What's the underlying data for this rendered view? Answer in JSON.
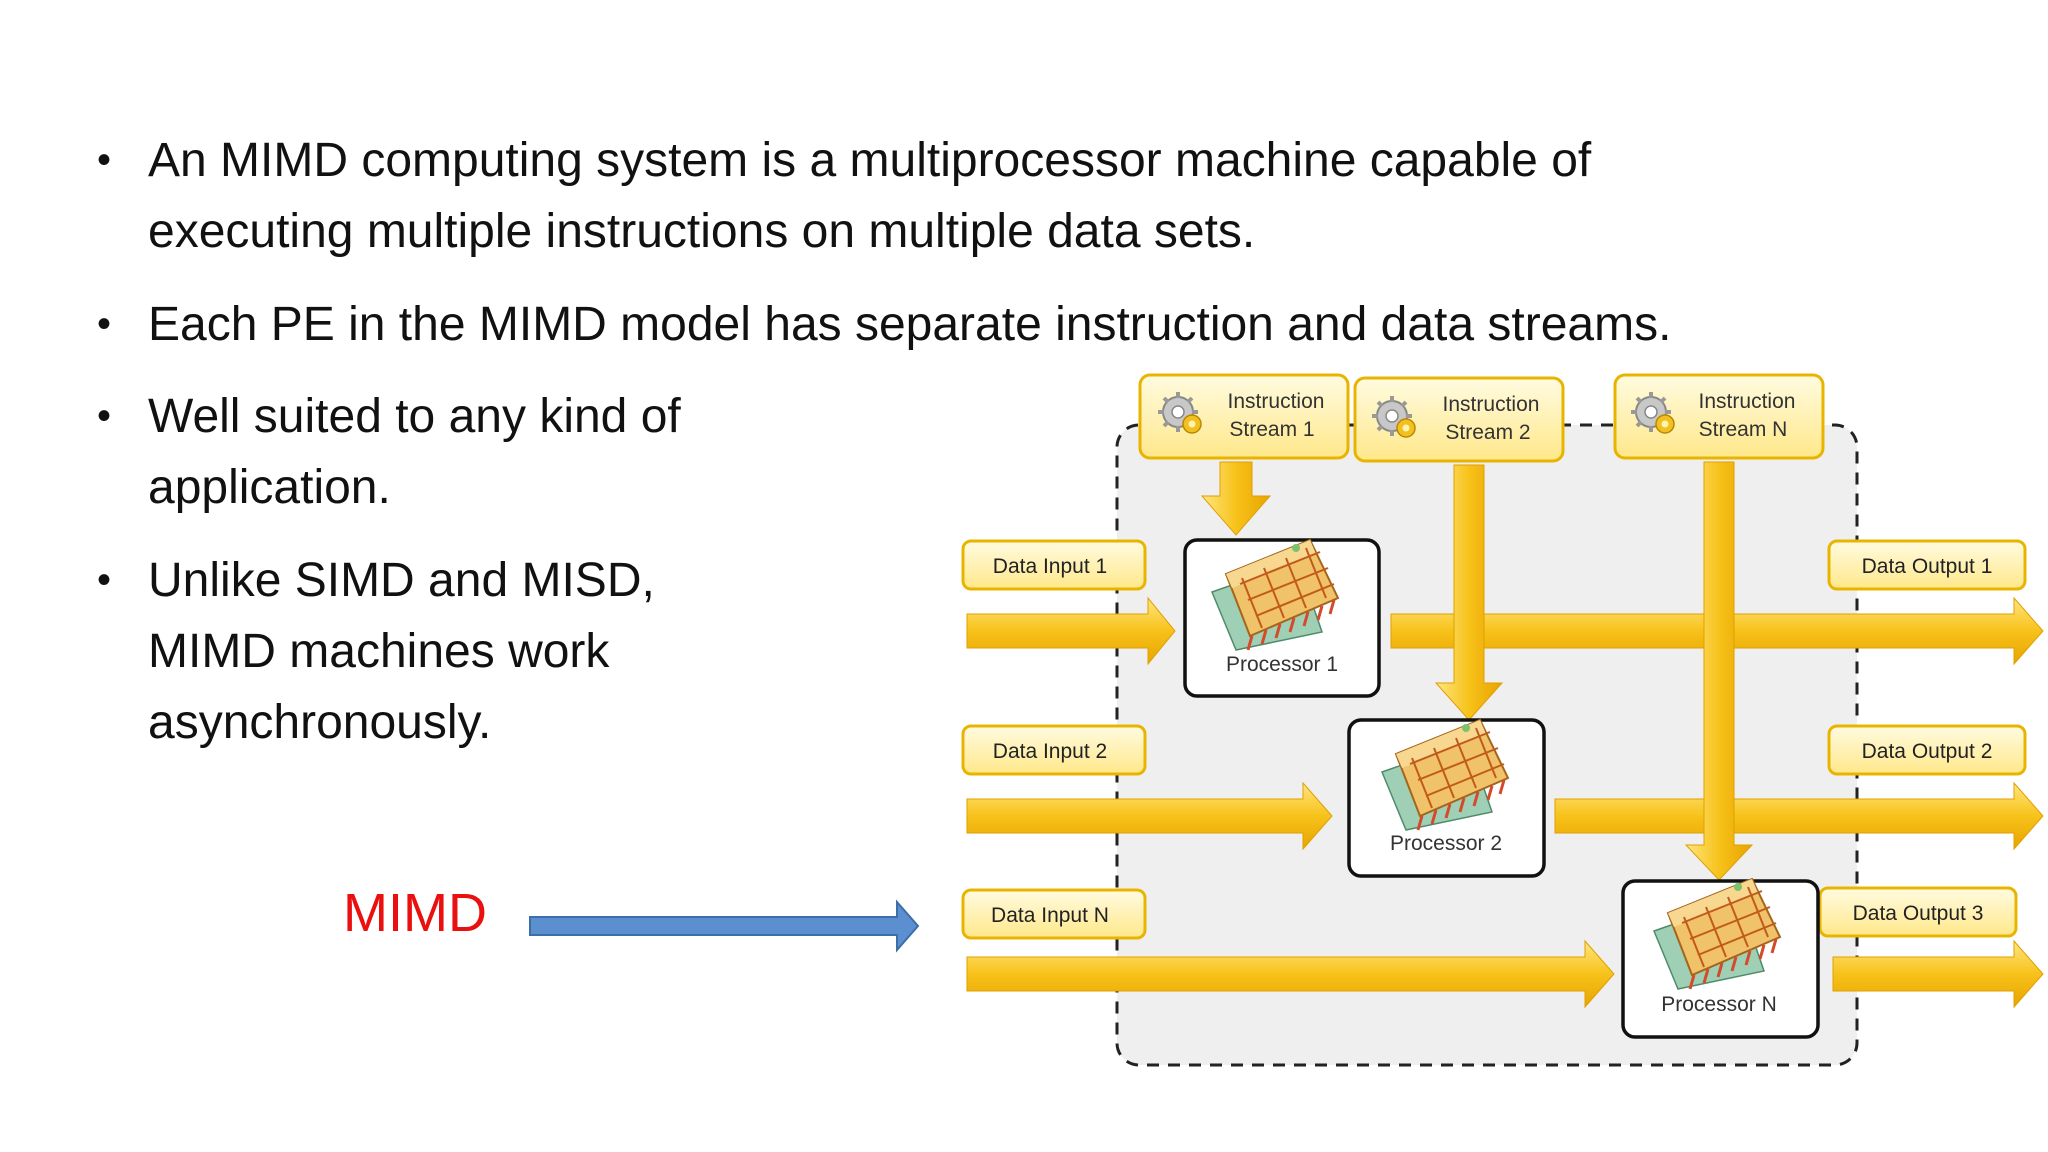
{
  "bullets": [
    {
      "lines": [
        "An MIMD computing system is a multiprocessor machine capable of",
        "executing multiple instructions on multiple data sets."
      ]
    },
    {
      "lines": [
        "Each PE in the MIMD model has separate instruction and data streams."
      ]
    },
    {
      "lines": [
        "Well suited to any kind of",
        "application."
      ]
    },
    {
      "lines": [
        "Unlike SIMD and MISD,",
        "MIMD machines work",
        "asynchronously."
      ]
    }
  ],
  "annotation": {
    "label": "MIMD",
    "label_color": "#ea1010",
    "arrow_color": "#5b8fd0"
  },
  "diagram": {
    "instruction_streams": [
      {
        "line1": "Instruction",
        "line2": "Stream 1"
      },
      {
        "line1": "Instruction",
        "line2": "Stream 2"
      },
      {
        "line1": "Instruction",
        "line2": "Stream N"
      }
    ],
    "data_inputs": [
      "Data Input 1",
      "Data Input 2",
      "Data Input N"
    ],
    "data_outputs": [
      "Data Output 1",
      "Data Output 2",
      "Data Output 3"
    ],
    "processors": [
      "Processor 1",
      "Processor 2",
      "Processor N"
    ],
    "colors": {
      "arrow": "#f5b800",
      "label_fill": "#fff3b0",
      "label_border": "#e8b400",
      "frame_fill": "#f0f0f0"
    }
  }
}
